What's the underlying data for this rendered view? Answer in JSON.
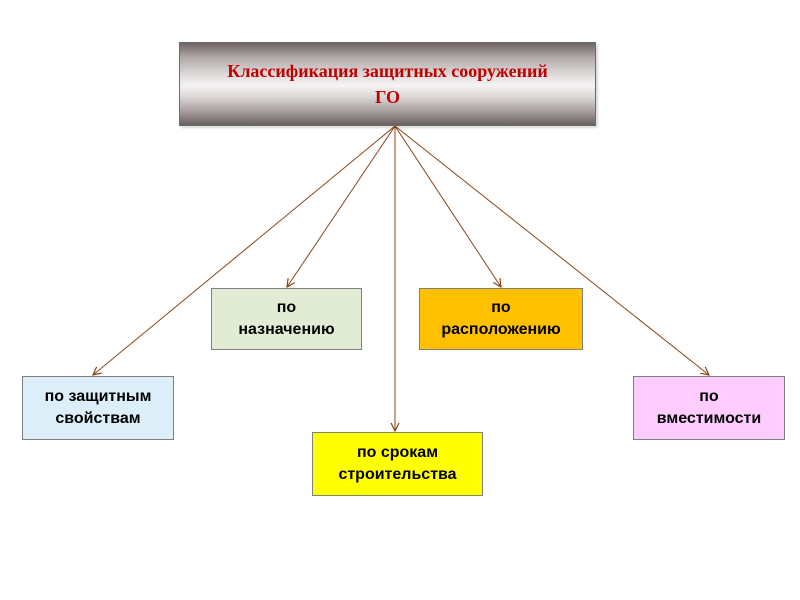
{
  "root": {
    "label": "Классификация защитных сооружений\nГО",
    "text_color": "#c00000"
  },
  "edge_color": "#8b4513",
  "nodes": [
    {
      "id": "purpose",
      "label": "по\nназначению",
      "fill": "#e2ecd4"
    },
    {
      "id": "location",
      "label": "по\nрасположению",
      "fill": "#ffc000"
    },
    {
      "id": "protect",
      "label": "по защитным\nсвойствам",
      "fill": "#dceef8"
    },
    {
      "id": "capacity",
      "label": "по\nвместимости",
      "fill": "#ffccff"
    },
    {
      "id": "terms",
      "label": "по срокам\nстроительства",
      "fill": "#ffff00"
    }
  ],
  "edges": [
    {
      "from": "root",
      "to": "purpose"
    },
    {
      "from": "root",
      "to": "location"
    },
    {
      "from": "root",
      "to": "protect"
    },
    {
      "from": "root",
      "to": "capacity"
    },
    {
      "from": "root",
      "to": "terms"
    }
  ]
}
